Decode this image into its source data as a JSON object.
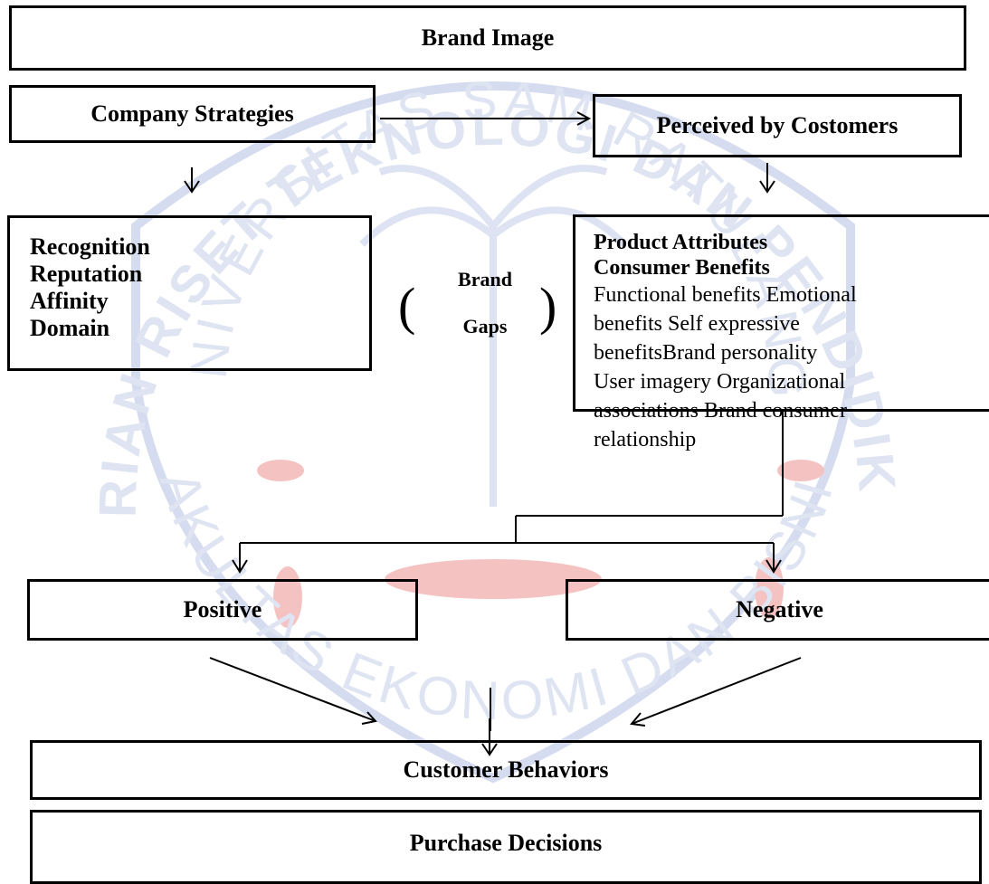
{
  "title": "Brand Image",
  "company_strategies": "Company Strategies",
  "perceived_by_customers": "Perceived by Costomers",
  "company_items": [
    "Recognition",
    "Reputation",
    "Affinity",
    "Domain"
  ],
  "brand_gaps": {
    "open": "(",
    "line1": "Brand",
    "line2": "Gaps",
    "close": ")"
  },
  "customer_items": {
    "heading1": "Product Attributes",
    "heading2": "Consumer Benefits",
    "lines": [
      "Functional benefits Emotional",
      "benefits Self expressive",
      "benefitsBrand personality",
      "User imagery Organizational",
      "associations Brand consumer",
      "relationship"
    ]
  },
  "positive": "Positive",
  "negative": "Negative",
  "customer_behaviors": "Customer Behaviors",
  "purchase_decisions": "Purchase Decisions",
  "watermark": {
    "arc_text": "KEMENTERIAN RISET TEKNOLOGI DAN PENDIDIKAN TINGGI",
    "inner_arc": "UNIVERSITAS SAM RATULANGI",
    "bottom_text": "FAKULTAS EKONOMI DAN BISNIS",
    "colors": {
      "blue": "#c9d3ec",
      "red": "#f4b8b8",
      "pink": "#f7cccc"
    }
  }
}
